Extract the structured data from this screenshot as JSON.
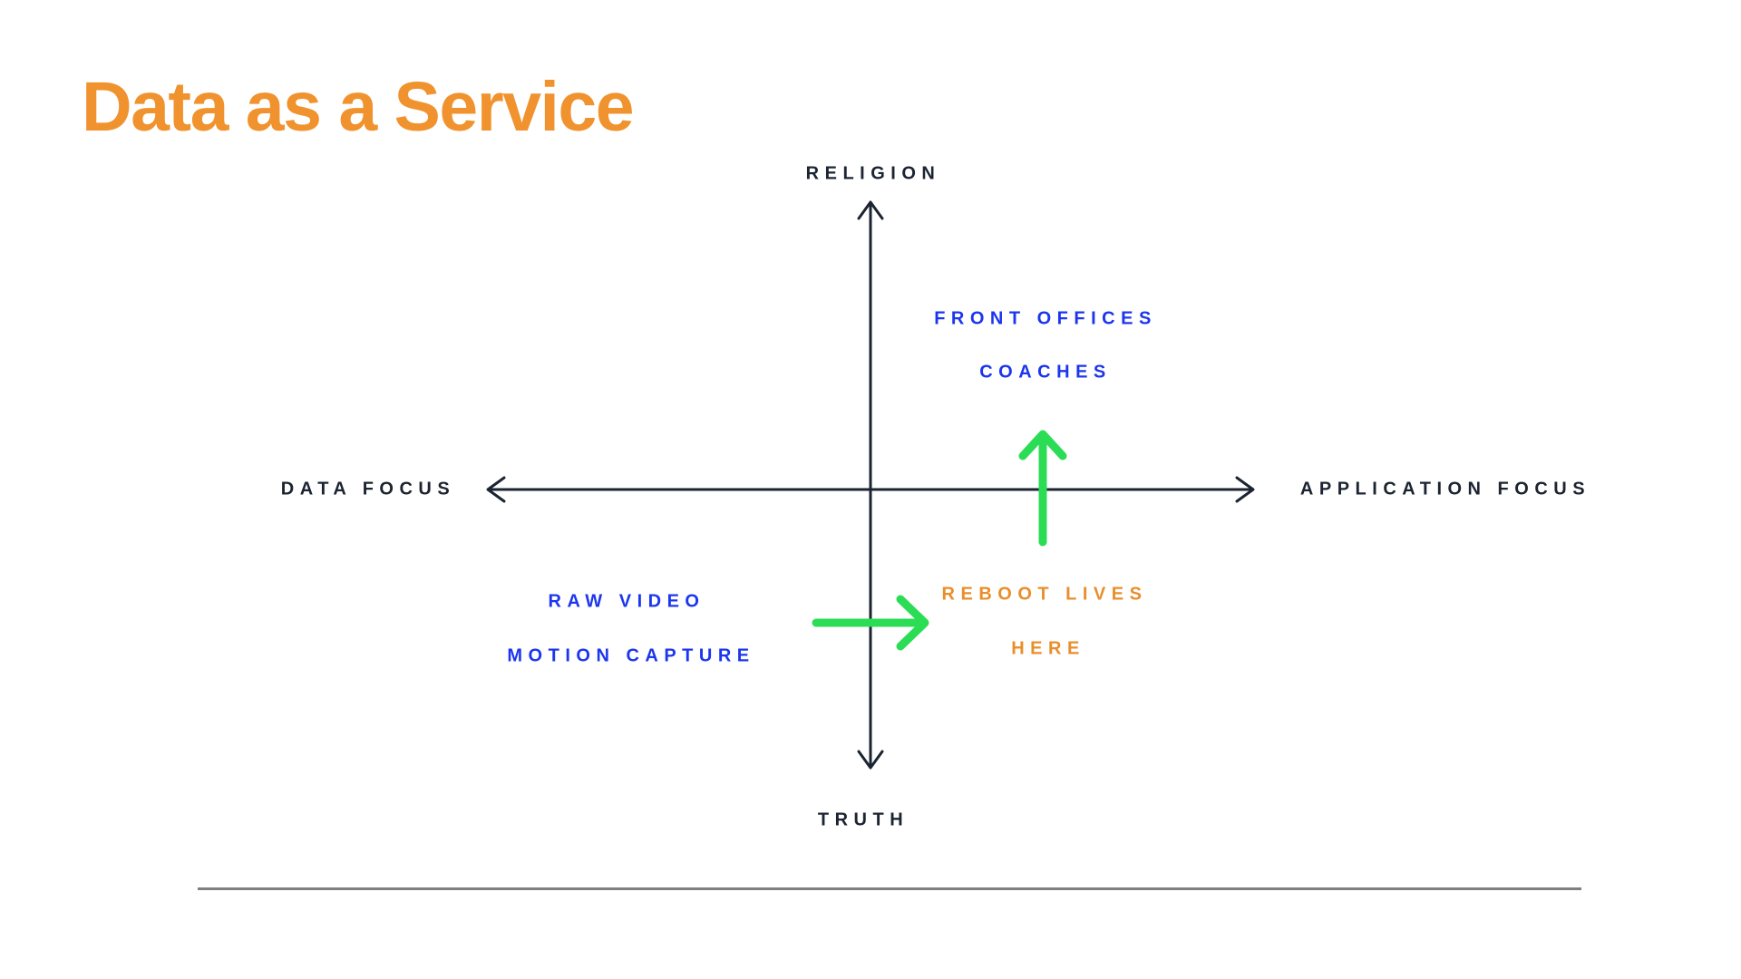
{
  "title": "Data as a Service",
  "diagram": {
    "axes": {
      "top_label": "RELIGION",
      "bottom_label": "TRUTH",
      "left_label": "DATA FOCUS",
      "right_label": "APPLICATION FOCUS"
    },
    "quadrant_labels": {
      "upper_right": {
        "line1": "FRONT OFFICES",
        "line2": "COACHES",
        "color": "#1C36EE"
      },
      "lower_left": {
        "line1": "RAW VIDEO",
        "line2": "MOTION CAPTURE",
        "color": "#1C36EE"
      },
      "lower_right": {
        "line1": "REBOOT LIVES",
        "line2": "HERE",
        "color": "#E98E2B"
      }
    },
    "arrows": [
      {
        "name": "green-up-arrow",
        "direction": "up",
        "color": "#2BDC55"
      },
      {
        "name": "green-right-arrow",
        "direction": "right",
        "color": "#2BDC55"
      }
    ]
  },
  "colors": {
    "title_orange": "#F0932E",
    "label_orange": "#E98E2B",
    "label_blue": "#1C36EE",
    "axis_navy": "#1B2430",
    "arrow_green": "#2BDC55",
    "divider_gray": "#7F7F7F"
  }
}
